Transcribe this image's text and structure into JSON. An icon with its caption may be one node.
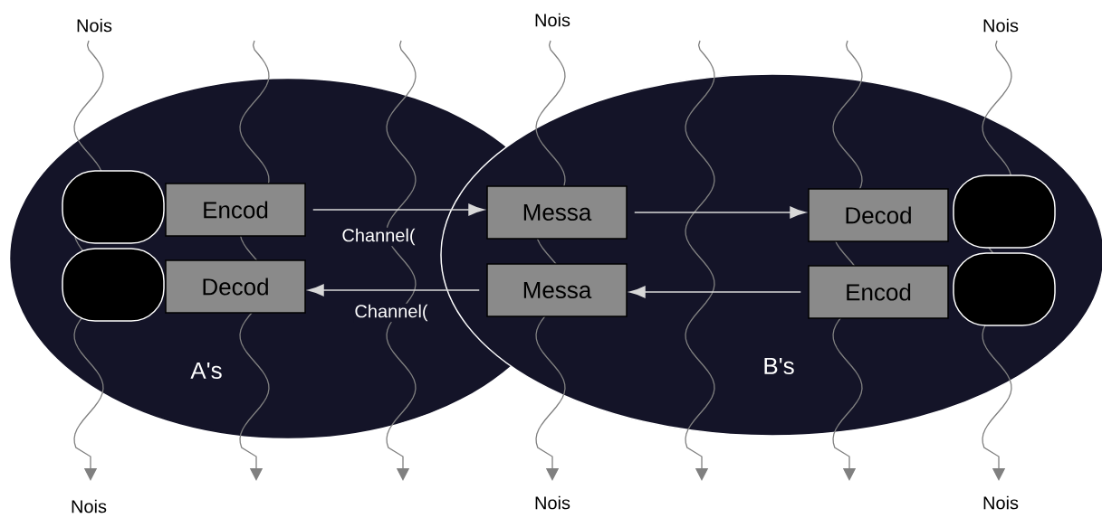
{
  "diagram": {
    "nodes": [
      {
        "text": [
          "A's"
        ]
      },
      {
        "text": [
          "B's"
        ]
      },
      {
        "text": [],
        "shape": "box",
        "in": 0
      },
      {
        "text": [],
        "shape": "box",
        "in": 0
      },
      {
        "text": [
          "Encod"
        ],
        "in": 0
      },
      {
        "text": [
          "Decod"
        ],
        "in": 0
      },
      {
        "text": [
          "Messa"
        ],
        "in": 1
      },
      {
        "text": [
          "Messa"
        ],
        "in": 1
      },
      {
        "text": [],
        "shape": "box",
        "in": 1
      },
      {
        "text": [],
        "shape": "box",
        "in": 1
      },
      {
        "text": [
          "Decod"
        ],
        "in": 1
      },
      {
        "text": [
          "Encod"
        ],
        "in": 1
      }
    ],
    "edges": [
      {
        "from": 4,
        "to": 6,
        "arrow": "to",
        "label": "Channel("
      },
      {
        "from": 6,
        "to": 10,
        "arrow": "to"
      },
      {
        "from": 11,
        "to": 7,
        "arrow": "to"
      },
      {
        "from": 7,
        "to": 5,
        "arrow": "to",
        "label": "Channel("
      }
    ],
    "labels": [
      "Nois",
      "Nois",
      "Nois",
      "Nois",
      "Nois",
      "Nois"
    ]
  }
}
